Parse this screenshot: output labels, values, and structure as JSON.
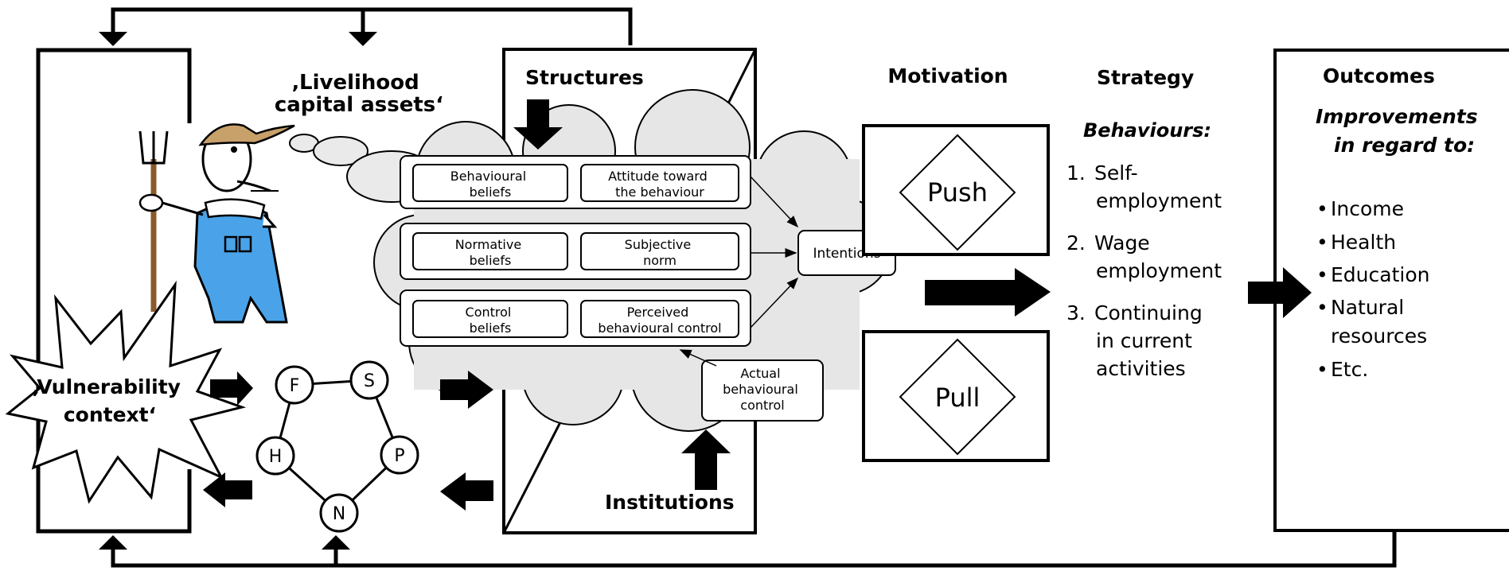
{
  "assets_title": {
    "line1": "‚Livelihood",
    "line2": "capital assets‘"
  },
  "vulnerability": {
    "line1": "‚Vulnerability",
    "line2": "context‘"
  },
  "structures": {
    "label": "Structures"
  },
  "institutions": {
    "label": "Institutions"
  },
  "capital_nodes": [
    "F",
    "S",
    "H",
    "P",
    "N"
  ],
  "tpb": {
    "behavioural_beliefs": [
      "Behavioural",
      "beliefs"
    ],
    "attitude": [
      "Attitude toward",
      "the behaviour"
    ],
    "normative_beliefs": [
      "Normative",
      "beliefs"
    ],
    "subjective_norm": [
      "Subjective",
      "norm"
    ],
    "control_beliefs": [
      "Control",
      "beliefs"
    ],
    "perceived_control": [
      "Perceived",
      "behavioural control"
    ],
    "intentions": "Intentions",
    "actual_control": [
      "Actual",
      "behavioural",
      "control"
    ]
  },
  "motivation": {
    "title": "Motivation",
    "push": "Push",
    "pull": "Pull"
  },
  "strategy": {
    "title": "Strategy",
    "subtitle": "Behaviours:",
    "items": [
      {
        "num": "1.",
        "lines": [
          "Self-",
          "employment"
        ]
      },
      {
        "num": "2.",
        "lines": [
          "Wage",
          "employment"
        ]
      },
      {
        "num": "3.",
        "lines": [
          "Continuing",
          "in current",
          "activities"
        ]
      }
    ]
  },
  "outcomes": {
    "title": "Outcomes",
    "subtitle": [
      "Improvements",
      "in regard to:"
    ],
    "items": [
      "Income",
      "Health",
      "Education",
      "Natural",
      "resources",
      "Etc."
    ]
  }
}
